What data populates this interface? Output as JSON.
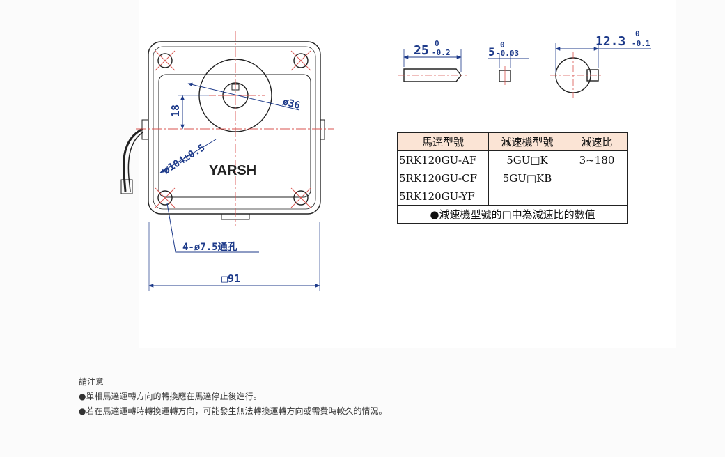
{
  "drawing": {
    "logo": "YARSH",
    "dim_18": "18",
    "dim_phi36": "ø36",
    "dim_phi104": "ø104±0.5",
    "dim_holes": "4-ø7.5通孔",
    "dim_square": "□91",
    "shaft_length_main": "25",
    "shaft_length_tol_upper": "0",
    "shaft_length_tol_lower": "-0.2",
    "key_width_main": "5",
    "key_width_tol_upper": "0",
    "key_width_tol_lower": "-0.03",
    "shaft_height_main": "12.3",
    "shaft_height_tol_upper": "0",
    "shaft_height_tol_lower": "-0.1"
  },
  "spec_table": {
    "headers": [
      "馬達型號",
      "減速機型號",
      "減速比"
    ],
    "rows": [
      [
        "5RK120GU-AF",
        "5GU□K",
        "3~180"
      ],
      [
        "5RK120GU-CF",
        "5GU□KB",
        ""
      ],
      [
        "5RK120GU-YF",
        "",
        ""
      ]
    ],
    "footnote": "●減速機型號的□中為減速比的數值"
  },
  "notice": {
    "title": "請注意",
    "items": [
      "●單相馬達運轉方向的轉換應在馬達停止後進行。",
      "●若在馬達運轉時轉換運轉方向，可能發生無法轉換運轉方向或需費時較久的情況。"
    ]
  },
  "colors": {
    "dimension": "#1d3a8a",
    "centerline": "#d9534f",
    "outline": "#222222",
    "table_header": "#fbe4d5"
  }
}
